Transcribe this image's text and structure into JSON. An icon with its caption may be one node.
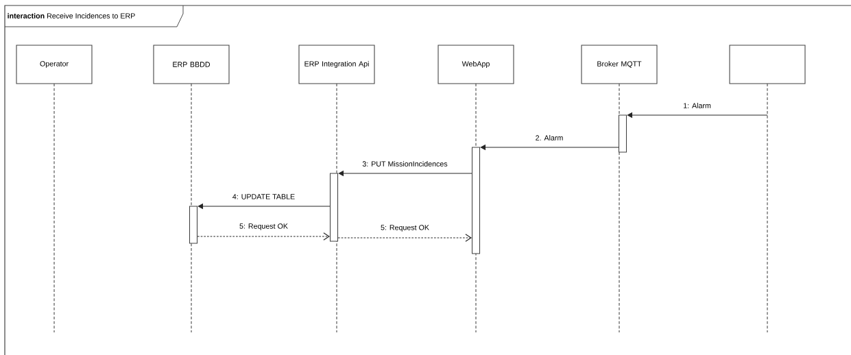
{
  "diagram": {
    "title": "**interaction** Receive Incidences to ERP",
    "nodes": [
      {
        "text": [
          "Operator"
        ]
      },
      {
        "text": [
          "ERP BBDD"
        ]
      },
      {
        "text": [
          "ERP Integration Api"
        ]
      },
      {
        "text": [
          "WebApp"
        ]
      },
      {
        "text": [
          "Broker MQTT"
        ]
      },
      {
        "text": [],
        "shape": "box"
      },
      {
        "text": [],
        "shape": "bar"
      },
      {
        "text": [],
        "shape": "bar"
      },
      {
        "text": [],
        "shape": "bar"
      },
      {
        "text": [],
        "shape": "bar"
      }
    ],
    "edges": [
      {
        "from": 5,
        "to": 6,
        "arrow": "to",
        "label": "1: Alarm"
      },
      {
        "from": 6,
        "to": 7,
        "arrow": "to",
        "label": "2. Alarm"
      },
      {
        "from": 7,
        "to": 8,
        "arrow": "to",
        "label": "3: PUT MissionIncidences"
      },
      {
        "from": 8,
        "to": 9,
        "arrow": "to",
        "label": "4: UPDATE TABLE"
      },
      {
        "from": 9,
        "to": 8,
        "arrow": "to",
        "label": "5: Request OK",
        "style": "dashed"
      },
      {
        "from": 8,
        "to": 7,
        "arrow": "to",
        "label": "5: Request OK",
        "style": "dashed"
      }
    ]
  }
}
